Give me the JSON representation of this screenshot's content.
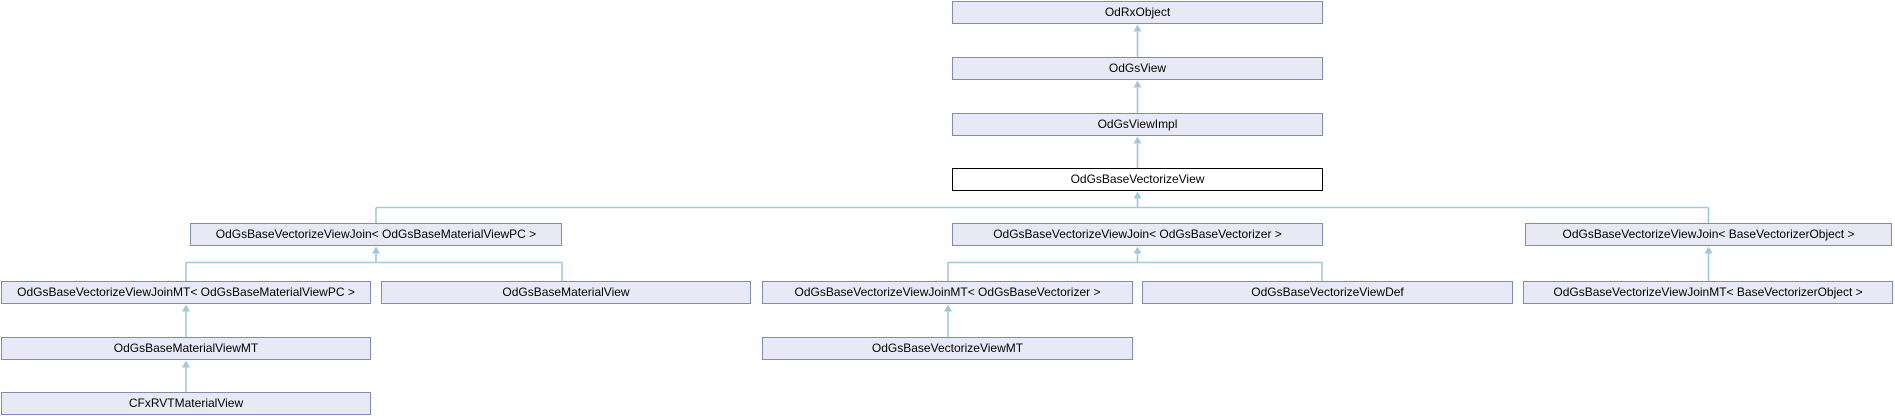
{
  "diagram": {
    "type": "class-inheritance-graph",
    "highlighted_node": "OdGsBaseVectorizeView",
    "colors": {
      "node_fill": "#e8e9f4",
      "node_border": "#7d8cba",
      "highlight_fill": "#ffffff",
      "highlight_border": "#000000",
      "edge": "#a0c8e0",
      "text": "#000000",
      "background": "#ffffff"
    },
    "nodes": [
      {
        "id": "OdRxObject",
        "label": "OdRxObject"
      },
      {
        "id": "OdGsView",
        "label": "OdGsView"
      },
      {
        "id": "OdGsViewImpl",
        "label": "OdGsViewImpl"
      },
      {
        "id": "OdGsBaseVectorizeView",
        "label": "OdGsBaseVectorizeView"
      },
      {
        "id": "OdGsBaseVectorizeViewJoin-OdGsBaseMaterialViewPC",
        "label": "OdGsBaseVectorizeViewJoin< OdGsBaseMaterialViewPC >"
      },
      {
        "id": "OdGsBaseVectorizeViewJoin-OdGsBaseVectorizer",
        "label": "OdGsBaseVectorizeViewJoin< OdGsBaseVectorizer >"
      },
      {
        "id": "OdGsBaseVectorizeViewJoin-BaseVectorizerObject",
        "label": "OdGsBaseVectorizeViewJoin< BaseVectorizerObject >"
      },
      {
        "id": "OdGsBaseVectorizeViewJoinMT-OdGsBaseMaterialViewPC",
        "label": "OdGsBaseVectorizeViewJoinMT< OdGsBaseMaterialViewPC >"
      },
      {
        "id": "OdGsBaseMaterialView",
        "label": "OdGsBaseMaterialView"
      },
      {
        "id": "OdGsBaseVectorizeViewJoinMT-OdGsBaseVectorizer",
        "label": "OdGsBaseVectorizeViewJoinMT< OdGsBaseVectorizer >"
      },
      {
        "id": "OdGsBaseVectorizeViewDef",
        "label": "OdGsBaseVectorizeViewDef"
      },
      {
        "id": "OdGsBaseVectorizeViewJoinMT-BaseVectorizerObject",
        "label": "OdGsBaseVectorizeViewJoinMT< BaseVectorizerObject >"
      },
      {
        "id": "OdGsBaseMaterialViewMT",
        "label": "OdGsBaseMaterialViewMT"
      },
      {
        "id": "OdGsBaseVectorizeViewMT",
        "label": "OdGsBaseVectorizeViewMT"
      },
      {
        "id": "CFxRVTMaterialView",
        "label": "CFxRVTMaterialView"
      }
    ],
    "edges": [
      {
        "from": "OdGsView",
        "to": "OdRxObject"
      },
      {
        "from": "OdGsViewImpl",
        "to": "OdGsView"
      },
      {
        "from": "OdGsBaseVectorizeView",
        "to": "OdGsViewImpl"
      },
      {
        "from": "OdGsBaseVectorizeViewJoin-OdGsBaseMaterialViewPC",
        "to": "OdGsBaseVectorizeView"
      },
      {
        "from": "OdGsBaseVectorizeViewJoin-OdGsBaseVectorizer",
        "to": "OdGsBaseVectorizeView"
      },
      {
        "from": "OdGsBaseVectorizeViewJoin-BaseVectorizerObject",
        "to": "OdGsBaseVectorizeView"
      },
      {
        "from": "OdGsBaseVectorizeViewJoinMT-OdGsBaseMaterialViewPC",
        "to": "OdGsBaseVectorizeViewJoin-OdGsBaseMaterialViewPC"
      },
      {
        "from": "OdGsBaseMaterialView",
        "to": "OdGsBaseVectorizeViewJoin-OdGsBaseMaterialViewPC"
      },
      {
        "from": "OdGsBaseVectorizeViewJoinMT-OdGsBaseVectorizer",
        "to": "OdGsBaseVectorizeViewJoin-OdGsBaseVectorizer"
      },
      {
        "from": "OdGsBaseVectorizeViewDef",
        "to": "OdGsBaseVectorizeViewJoin-OdGsBaseVectorizer"
      },
      {
        "from": "OdGsBaseVectorizeViewJoinMT-BaseVectorizerObject",
        "to": "OdGsBaseVectorizeViewJoin-BaseVectorizerObject"
      },
      {
        "from": "OdGsBaseMaterialViewMT",
        "to": "OdGsBaseVectorizeViewJoinMT-OdGsBaseMaterialViewPC"
      },
      {
        "from": "OdGsBaseVectorizeViewMT",
        "to": "OdGsBaseVectorizeViewJoinMT-OdGsBaseVectorizer"
      },
      {
        "from": "CFxRVTMaterialView",
        "to": "OdGsBaseMaterialViewMT"
      }
    ]
  }
}
